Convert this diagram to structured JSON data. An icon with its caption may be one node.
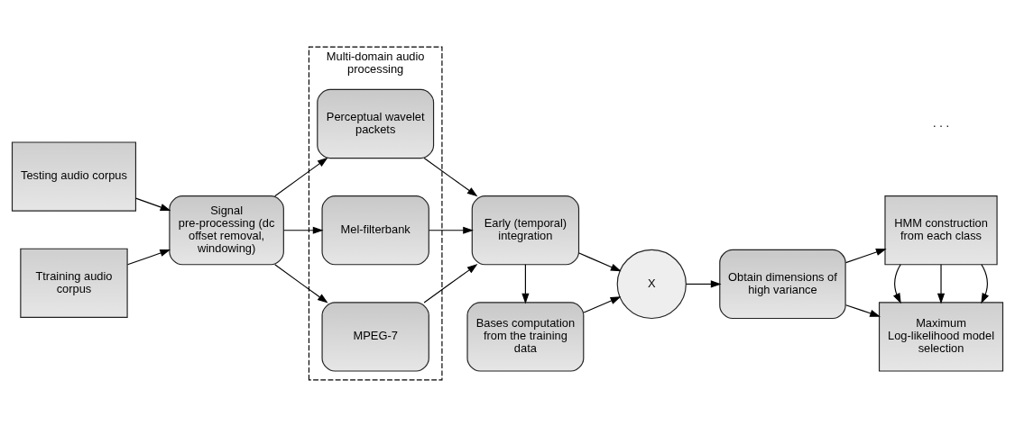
{
  "diagram": {
    "nodes": [
      {
        "text": [
          "Testing audio corpus"
        ]
      },
      {
        "text": [
          "Ttraining audio corpus"
        ]
      },
      {
        "text": [
          "Signal pre-processing (dc offset removal, windowing)"
        ]
      },
      {
        "text": [
          "Multi-domain audio processing"
        ]
      },
      {
        "text": [
          "Perceptual wavelet packets"
        ],
        "in": 3
      },
      {
        "text": [
          "Mel-filterbank"
        ],
        "in": 3
      },
      {
        "text": [
          "MPEG-7"
        ],
        "in": 3
      },
      {
        "text": [
          "Early (temporal) integration"
        ]
      },
      {
        "text": [
          "X"
        ]
      },
      {
        "text": [
          "Bases computation from the training data"
        ]
      },
      {
        "text": [
          "Obtain dimensions of high variance"
        ]
      },
      {
        "text": [
          "Maximum Log-likelihood model selection"
        ]
      },
      {
        "text": [
          "HMM construction from each class"
        ]
      }
    ],
    "edges": [
      {
        "from": 0,
        "to": 2,
        "arrow": "to"
      },
      {
        "from": 1,
        "to": 2,
        "arrow": "to"
      },
      {
        "from": 2,
        "to": 4,
        "arrow": "to"
      },
      {
        "from": 2,
        "to": 5,
        "arrow": "to"
      },
      {
        "from": 2,
        "to": 6,
        "arrow": "to"
      },
      {
        "from": 4,
        "to": 7,
        "arrow": "to"
      },
      {
        "from": 5,
        "to": 7,
        "arrow": "to"
      },
      {
        "from": 6,
        "to": 7,
        "arrow": "to"
      },
      {
        "from": 7,
        "to": 8,
        "arrow": "to"
      },
      {
        "from": 7,
        "to": 9,
        "arrow": "to"
      },
      {
        "from": 9,
        "to": 8,
        "arrow": "to"
      },
      {
        "from": 8,
        "to": 10,
        "arrow": "to"
      },
      {
        "from": 10,
        "to": 11,
        "arrow": "to"
      },
      {
        "from": 10,
        "to": 12,
        "arrow": "to"
      },
      {
        "from": 12,
        "to": 11,
        "arrow": "to"
      },
      {
        "from": 12,
        "to": 11,
        "arrow": "to"
      },
      {
        "from": 12,
        "to": 11,
        "arrow": "to"
      }
    ],
    "labels": [
      ". . ."
    ]
  }
}
